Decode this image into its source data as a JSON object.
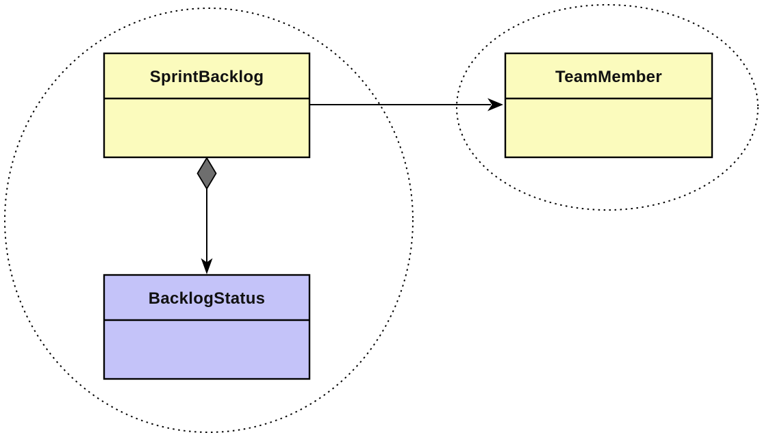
{
  "diagram": {
    "kind": "uml-class-diagram",
    "background": "#FFFFFF",
    "colors": {
      "border": "#000000",
      "line": "#000000",
      "diamond_fill": "#6E6E6E",
      "group_outline": "#000000",
      "yellow_fill": "#FBFBBD",
      "purple_fill": "#C4C3F9"
    },
    "classes": [
      {
        "name": "SprintBacklog",
        "fill": "#FBFBBD"
      },
      {
        "name": "TeamMember",
        "fill": "#FBFBBD"
      },
      {
        "name": "BacklogStatus",
        "fill": "#C4C3F9"
      }
    ],
    "groups": [
      {
        "id": "left-group",
        "style": "dotted-ellipse",
        "members": [
          "SprintBacklog",
          "BacklogStatus"
        ]
      },
      {
        "id": "right-group",
        "style": "dotted-ellipse",
        "members": [
          "TeamMember"
        ]
      }
    ],
    "relations": [
      {
        "from": "SprintBacklog",
        "to": "TeamMember",
        "type": "directed-association"
      },
      {
        "from": "SprintBacklog",
        "to": "BacklogStatus",
        "type": "aggregation",
        "diamond_at": "SprintBacklog"
      }
    ]
  }
}
